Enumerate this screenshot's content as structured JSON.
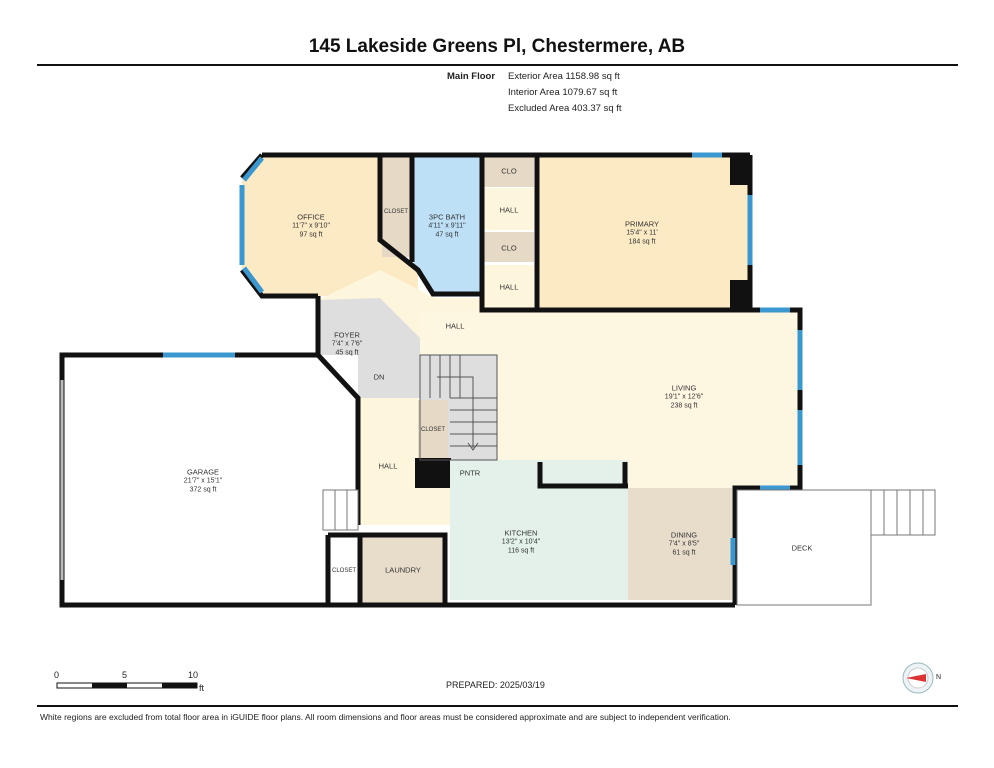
{
  "title": "145 Lakeside Greens Pl, Chestermere, AB",
  "areas": {
    "floor_label": "Main Floor",
    "exterior": "Exterior Area 1158.98 sq ft",
    "interior": "Interior Area 1079.67 sq ft",
    "excluded": "Excluded Area 403.37 sq ft"
  },
  "rooms": {
    "office": {
      "name": "OFFICE",
      "dims": "11'7\" x 9'10\"",
      "area": "97 sq ft"
    },
    "bath": {
      "name": "3PC BATH",
      "dims": "4'11\" x 9'11\"",
      "area": "47 sq ft"
    },
    "primary": {
      "name": "PRIMARY",
      "dims": "15'4\" x 11'",
      "area": "184 sq ft"
    },
    "foyer": {
      "name": "FOYER",
      "dims": "7'4\" x 7'6\"",
      "area": "45 sq ft"
    },
    "living": {
      "name": "LIVING",
      "dims": "19'1\" x 12'6\"",
      "area": "238 sq ft"
    },
    "garage": {
      "name": "GARAGE",
      "dims": "21'7\" x 15'1\"",
      "area": "372 sq ft"
    },
    "kitchen": {
      "name": "KITCHEN",
      "dims": "13'2\" x 10'4\"",
      "area": "116 sq ft"
    },
    "dining": {
      "name": "DINING",
      "dims": "7'4\" x 8'5\"",
      "area": "61 sq ft"
    }
  },
  "labels": {
    "closet_office": "CLOSET",
    "clo_top": "CLO",
    "hall_top": "HALL",
    "clo_mid": "CLO",
    "hall_mid": "HALL",
    "hall_main": "HALL",
    "dn": "DN",
    "closet_stair": "CLOSET",
    "hall_lower": "HALL",
    "pntr": "PNTR",
    "closet_laundry": "CLOSET",
    "laundry": "LAUNDRY",
    "deck": "DECK"
  },
  "scale": {
    "t0": "0",
    "t5": "5",
    "t10": "10",
    "unit": "ft"
  },
  "prepared": "PREPARED: 2025/03/19",
  "compass_label": "N",
  "footer": "White regions are excluded from total floor area in iGUIDE floor plans. All room dimensions and floor areas must be considered approximate and are subject to independent verification."
}
